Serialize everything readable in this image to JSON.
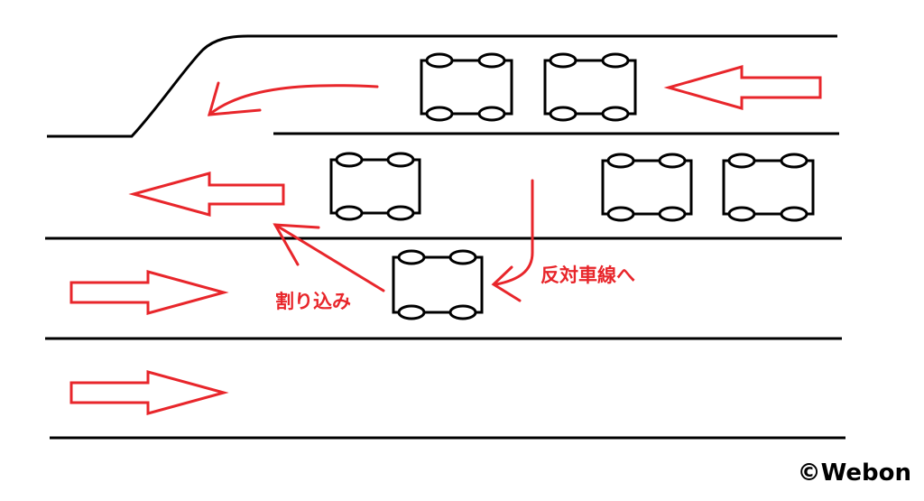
{
  "labels": {
    "cut_in": "割り込み",
    "to_oncoming_lane": "反対車線へ"
  },
  "copyright": "©Webon",
  "colors": {
    "accent": "#e8262b",
    "line": "#000000",
    "background": "#ffffff"
  },
  "icons": [
    "car-icon",
    "block-arrow-left",
    "block-arrow-right",
    "curved-arrow"
  ]
}
